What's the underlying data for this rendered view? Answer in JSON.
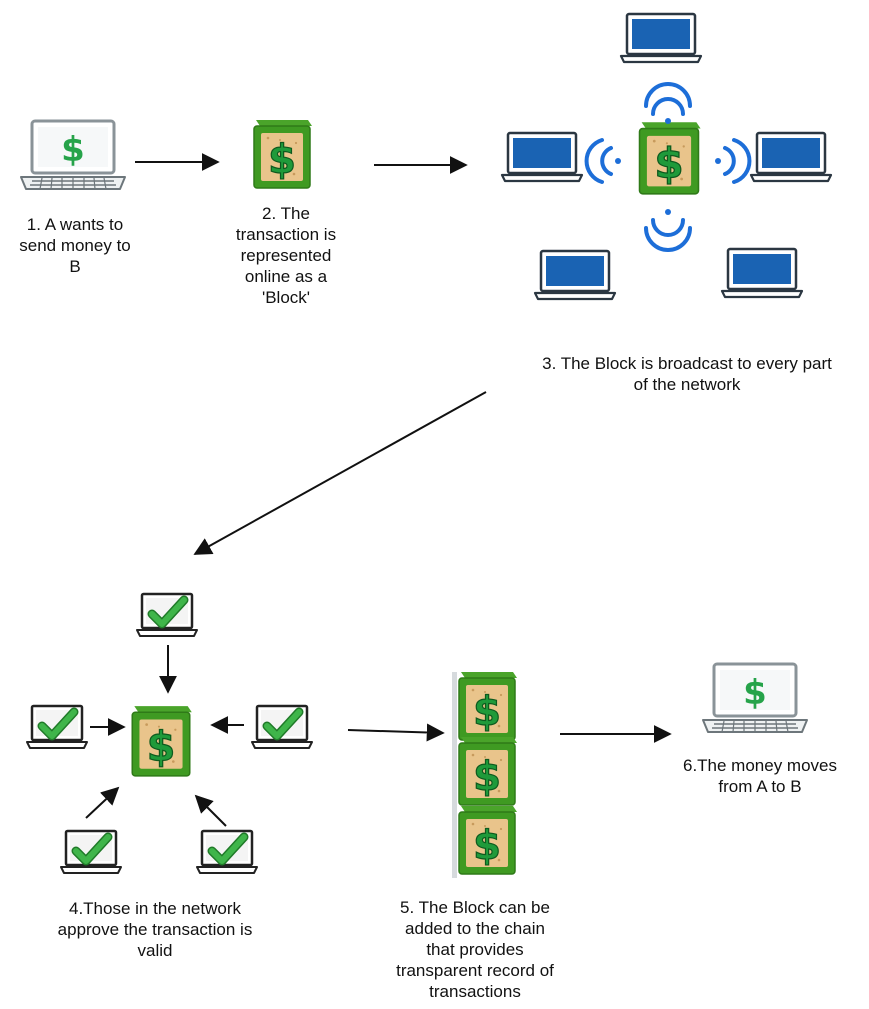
{
  "captions": {
    "step1": [
      "1. A wants to",
      "send money to",
      "B"
    ],
    "step2": [
      "2. The",
      "transaction is",
      "represented",
      "online as a",
      "'Block'"
    ],
    "step3": [
      "3. The Block is broadcast to every part",
      "of the network"
    ],
    "step4": [
      "4.Those in the network",
      "approve the transaction is",
      "valid"
    ],
    "step5": [
      "5. The Block can be",
      "added to the chain",
      "that provides",
      "transparent record of",
      "transactions"
    ],
    "step6": [
      "6.The money moves",
      "from A to B"
    ]
  },
  "icons": {
    "block_symbol": "$",
    "laptop_symbol": "$"
  },
  "colors": {
    "block_green": "#3f9a22",
    "block_tan": "#e9c48b",
    "dollar_green": "#1f9a3a",
    "laptop_blue": "#1a63b3",
    "laptop_grey": "#8a9398",
    "check_green": "#3fb54a",
    "wifi_blue": "#1d6ed8",
    "arrow": "#111111"
  }
}
